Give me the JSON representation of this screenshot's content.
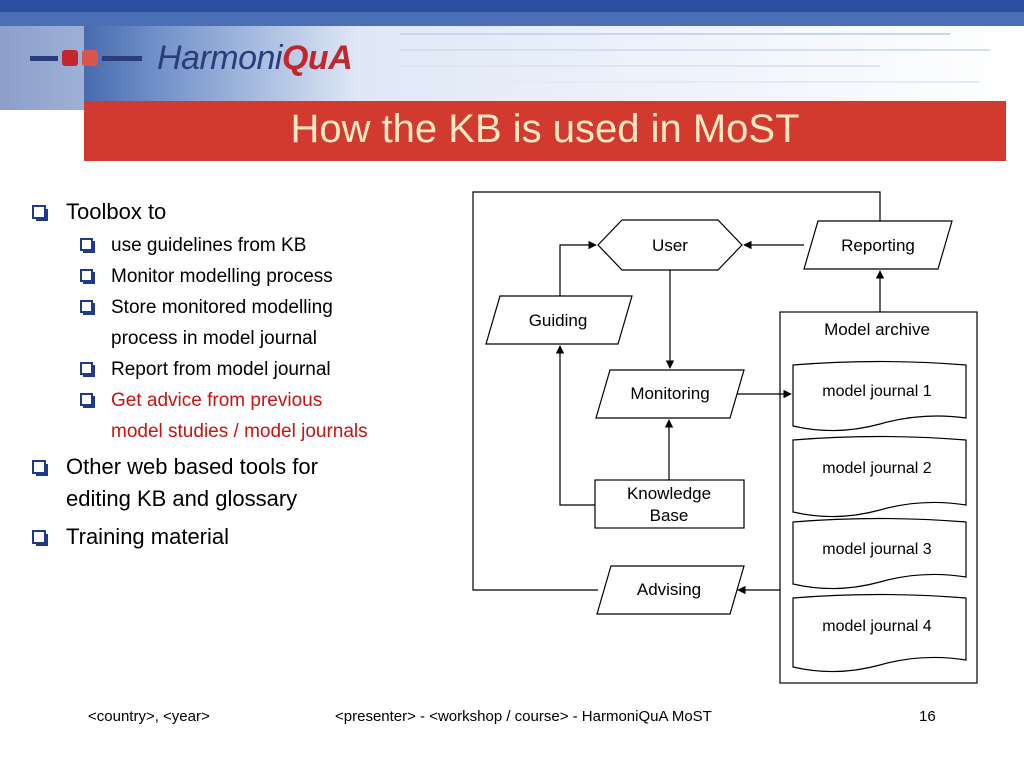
{
  "slide": {
    "title": "How the KB is used in MoST",
    "logo": {
      "part1": "Harmoni",
      "part2": "QuA"
    }
  },
  "bullets": [
    {
      "text": "Toolbox to",
      "level": 1
    },
    {
      "text": "use guidelines from KB",
      "level": 2
    },
    {
      "text": "Monitor modelling process",
      "level": 2
    },
    {
      "text": "Store monitored modelling process in model journal",
      "level": 2
    },
    {
      "text": "Report from model journal",
      "level": 2
    },
    {
      "text": "Get advice from previous model studies / model journals",
      "level": 2,
      "highlight": true
    },
    {
      "text": "Other web based tools for editing KB and glossary",
      "level": 1
    },
    {
      "text": "Training material",
      "level": 1
    }
  ],
  "diagram": {
    "user": "User",
    "reporting": "Reporting",
    "guiding": "Guiding",
    "model_archive": "Model archive",
    "monitoring": "Monitoring",
    "knowledge_base_line1": "Knowledge",
    "knowledge_base_line2": "Base",
    "advising": "Advising",
    "journals": [
      "model journal 1",
      "model journal 2",
      "model journal 3",
      "model journal 4"
    ]
  },
  "footer": {
    "left": "<country>, <year>",
    "center": "<presenter> - <workshop / course> - HarmoniQuA MoST",
    "page": "16"
  },
  "colors": {
    "title_bar": "#d23a2f",
    "title_text": "#fde8c4",
    "bullet_box": "#1f3a8a",
    "highlight_text": "#cc1111",
    "header_blue": "#1f3a8a"
  }
}
